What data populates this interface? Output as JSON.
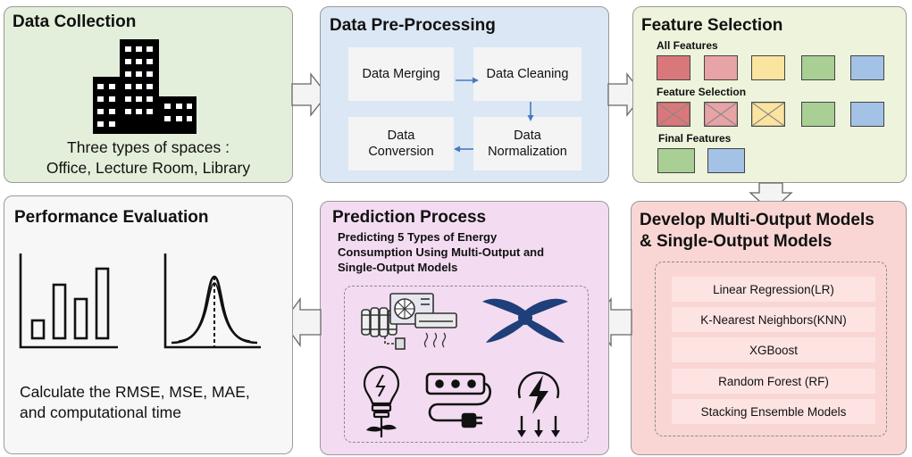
{
  "colors": {
    "collection_bg": "#e3efda",
    "preprocessing_bg": "#dbe7f4",
    "feature_bg": "#eef3dc",
    "performance_bg": "#f7f7f7",
    "prediction_bg": "#f3dcf1",
    "models_bg": "#f9d6d4",
    "feature_red": "#d9787a",
    "feature_pink": "#e8a3a6",
    "feature_yellow": "#fbe3a0",
    "feature_green": "#a9cf94",
    "feature_blue": "#a3c2e6",
    "arrow_blue": "#4a78c2",
    "icon_navy": "#1f3f7a"
  },
  "data_collection": {
    "title": "Data Collection",
    "icon": "buildings-icon",
    "line1": "Three types of spaces :",
    "line2": "Office, Lecture Room, Library"
  },
  "preprocessing": {
    "title": "Data Pre-Processing",
    "merging": "Data Merging",
    "cleaning": "Data Cleaning",
    "normalization_l1": "Data",
    "normalization_l2": "Normalization",
    "conversion_l1": "Data",
    "conversion_l2": "Conversion"
  },
  "feature_selection": {
    "title": "Feature Selection",
    "all_label": "All Features",
    "selection_label": "Feature Selection",
    "final_label": "Final Features"
  },
  "models": {
    "title_l1": "Develop Multi-Output Models",
    "title_l2": "& Single-Output Models",
    "items": [
      "Linear Regression(LR)",
      "K-Nearest Neighbors(KNN)",
      "XGBoost",
      "Random Forest (RF)",
      "Stacking Ensemble Models"
    ]
  },
  "prediction": {
    "title": "Prediction Process",
    "desc_l1": "Predicting 5 Types of Energy",
    "desc_l2": "Consumption Using Multi-Output and",
    "desc_l3": "Single-Output Models",
    "icons": [
      "hvac-heating-icon",
      "ceiling-fan-icon",
      "lighting-bulb-icon",
      "power-strip-icon",
      "electricity-bolt-icon"
    ]
  },
  "performance": {
    "title": "Performance Evaluation",
    "icons": [
      "bar-chart-icon",
      "distribution-curve-icon"
    ],
    "line1": "Calculate the RMSE, MSE, MAE,",
    "line2": "and computational time"
  }
}
